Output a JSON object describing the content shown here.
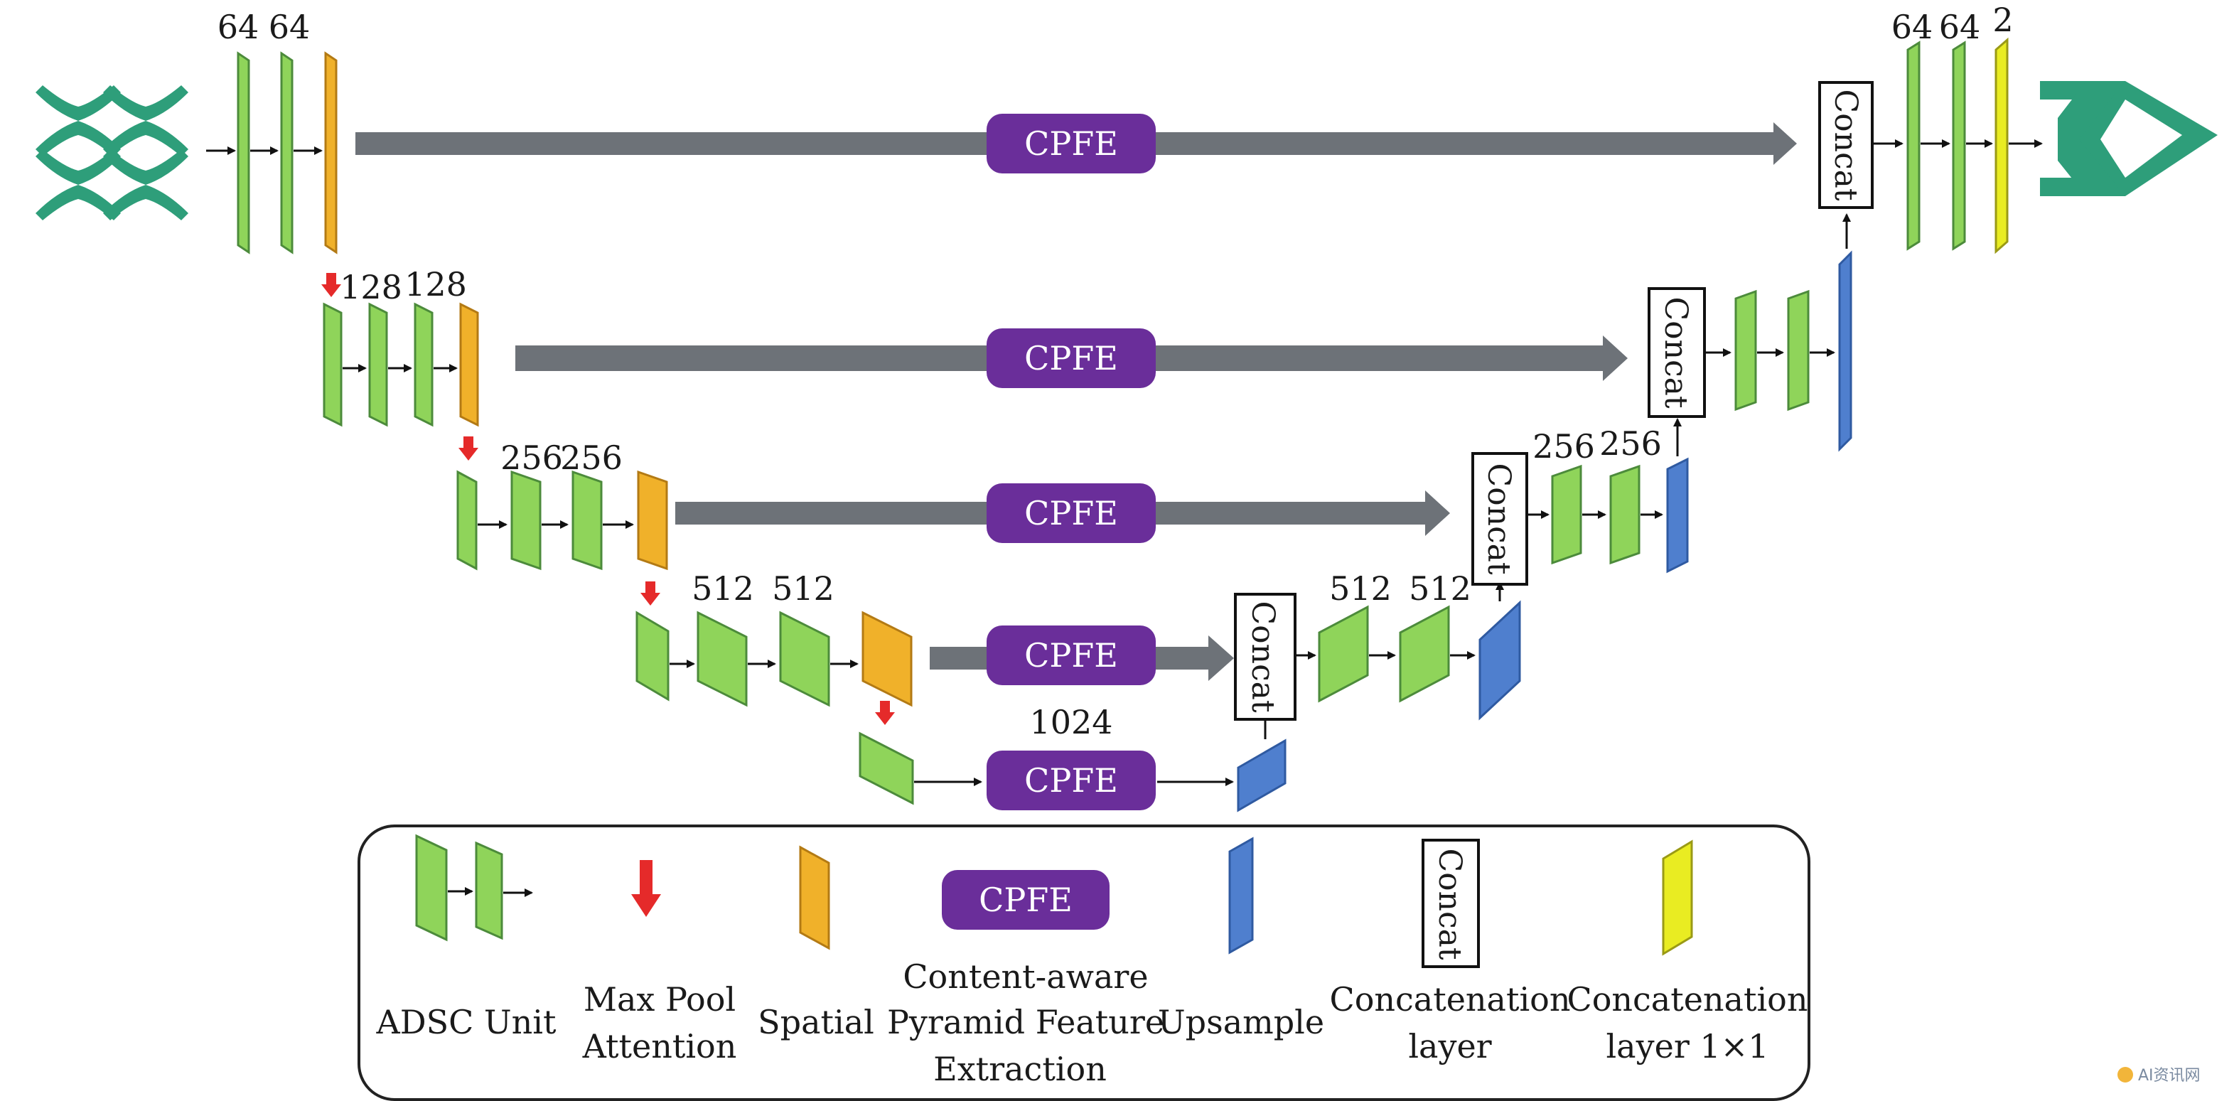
{
  "encoder_labels": {
    "level1": [
      "64",
      "64"
    ],
    "level2": [
      "128",
      "128"
    ],
    "level3": [
      "256",
      "256"
    ],
    "level4": [
      "512",
      "512"
    ],
    "bottleneck": "1024"
  },
  "decoder_labels": {
    "level4": [
      "512",
      "512"
    ],
    "level3": [
      "256",
      "256"
    ],
    "output": [
      "64",
      "64",
      "2"
    ]
  },
  "cpfe_label": "CPFE",
  "concat_label": "Concat",
  "legend": {
    "adsc_unit": "ADSC Unit",
    "max_pool_line1": "Max Pool",
    "max_pool_line2": "Attention",
    "spatial": "Spatial",
    "cpfe_box": "CPFE",
    "cpfe_line1": "Content-aware",
    "cpfe_line2": "Pyramid Feature",
    "cpfe_line3": "Extraction",
    "upsample": "Upsample",
    "concat_box": "Concat",
    "concat_line1": "Concatenation",
    "concat_line2": "layer",
    "conv_line1": "Concatenation",
    "conv_line2": "layer 1×1"
  },
  "watermark": "AI资讯网",
  "colors": {
    "adsc": "#8fd45a",
    "spatial": "#f0b12a",
    "upsample": "#4f7fce",
    "conv1x1": "#e9ec22",
    "cpfe": "#6a2e9a",
    "skip_arrow": "#6d7278",
    "max_pool": "#e52a2a",
    "segmentation": "#2e9e7a"
  }
}
